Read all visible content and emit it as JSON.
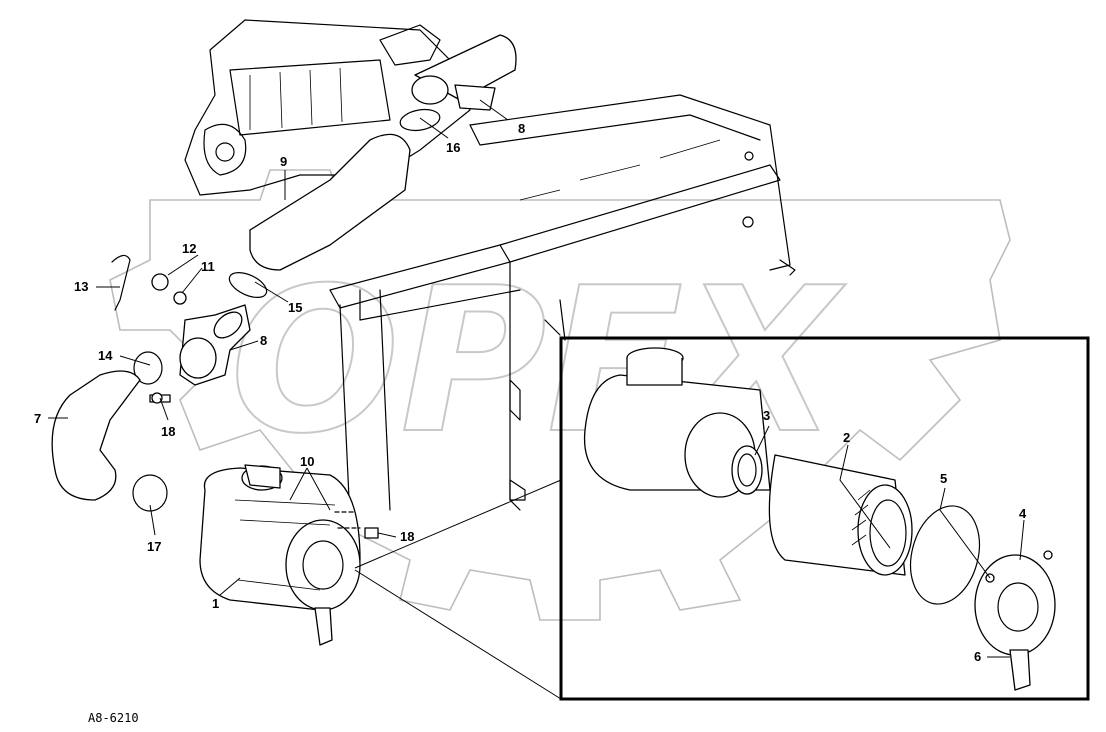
{
  "drawing": {
    "code": "A8-6210",
    "watermark": "OPEX"
  },
  "callouts": [
    "1",
    "2",
    "3",
    "4",
    "5",
    "6",
    "7",
    "8",
    "8",
    "9",
    "10",
    "11",
    "12",
    "13",
    "14",
    "15",
    "16",
    "17",
    "18",
    "18"
  ]
}
